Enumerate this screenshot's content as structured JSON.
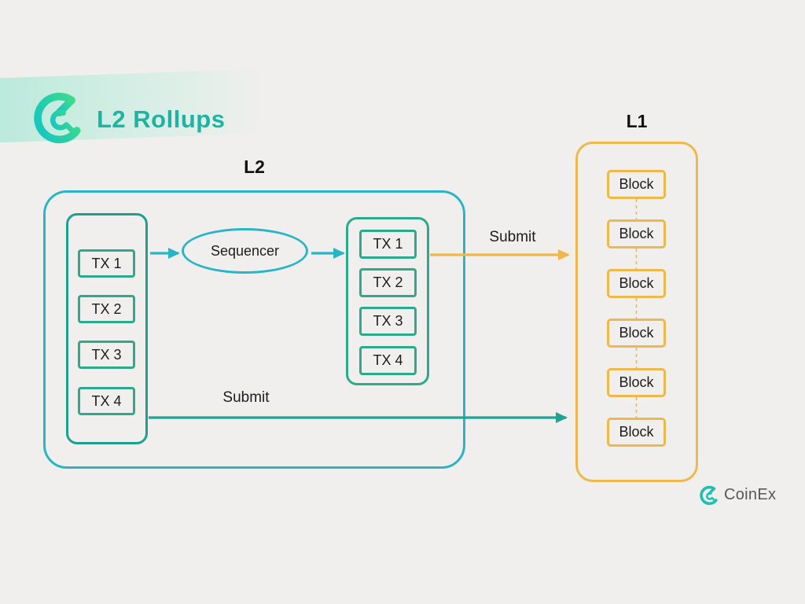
{
  "header": {
    "title": "L2 Rollups"
  },
  "l2": {
    "label": "L2",
    "mempool": {
      "items": [
        "TX 1",
        "TX 2",
        "TX 3",
        "TX 4"
      ]
    },
    "sequencer_label": "Sequencer",
    "batch": {
      "items": [
        "TX 1",
        "TX 2",
        "TX 3",
        "TX 4"
      ]
    }
  },
  "l1": {
    "label": "L1",
    "blocks": [
      "Block",
      "Block",
      "Block",
      "Block",
      "Block",
      "Block"
    ]
  },
  "arrows": {
    "submit_top_label": "Submit",
    "submit_bottom_label": "Submit"
  },
  "footer": {
    "brand": "CoinEx"
  },
  "colors": {
    "cyan": "#2ab5c7",
    "teal": "#1fa392",
    "green": "#2daa8b",
    "green_dark": "#1f9f8d",
    "orange": "#edb94b",
    "title_teal": "#1db4a4",
    "bg": "#f0efed",
    "muted": "#57585a"
  }
}
